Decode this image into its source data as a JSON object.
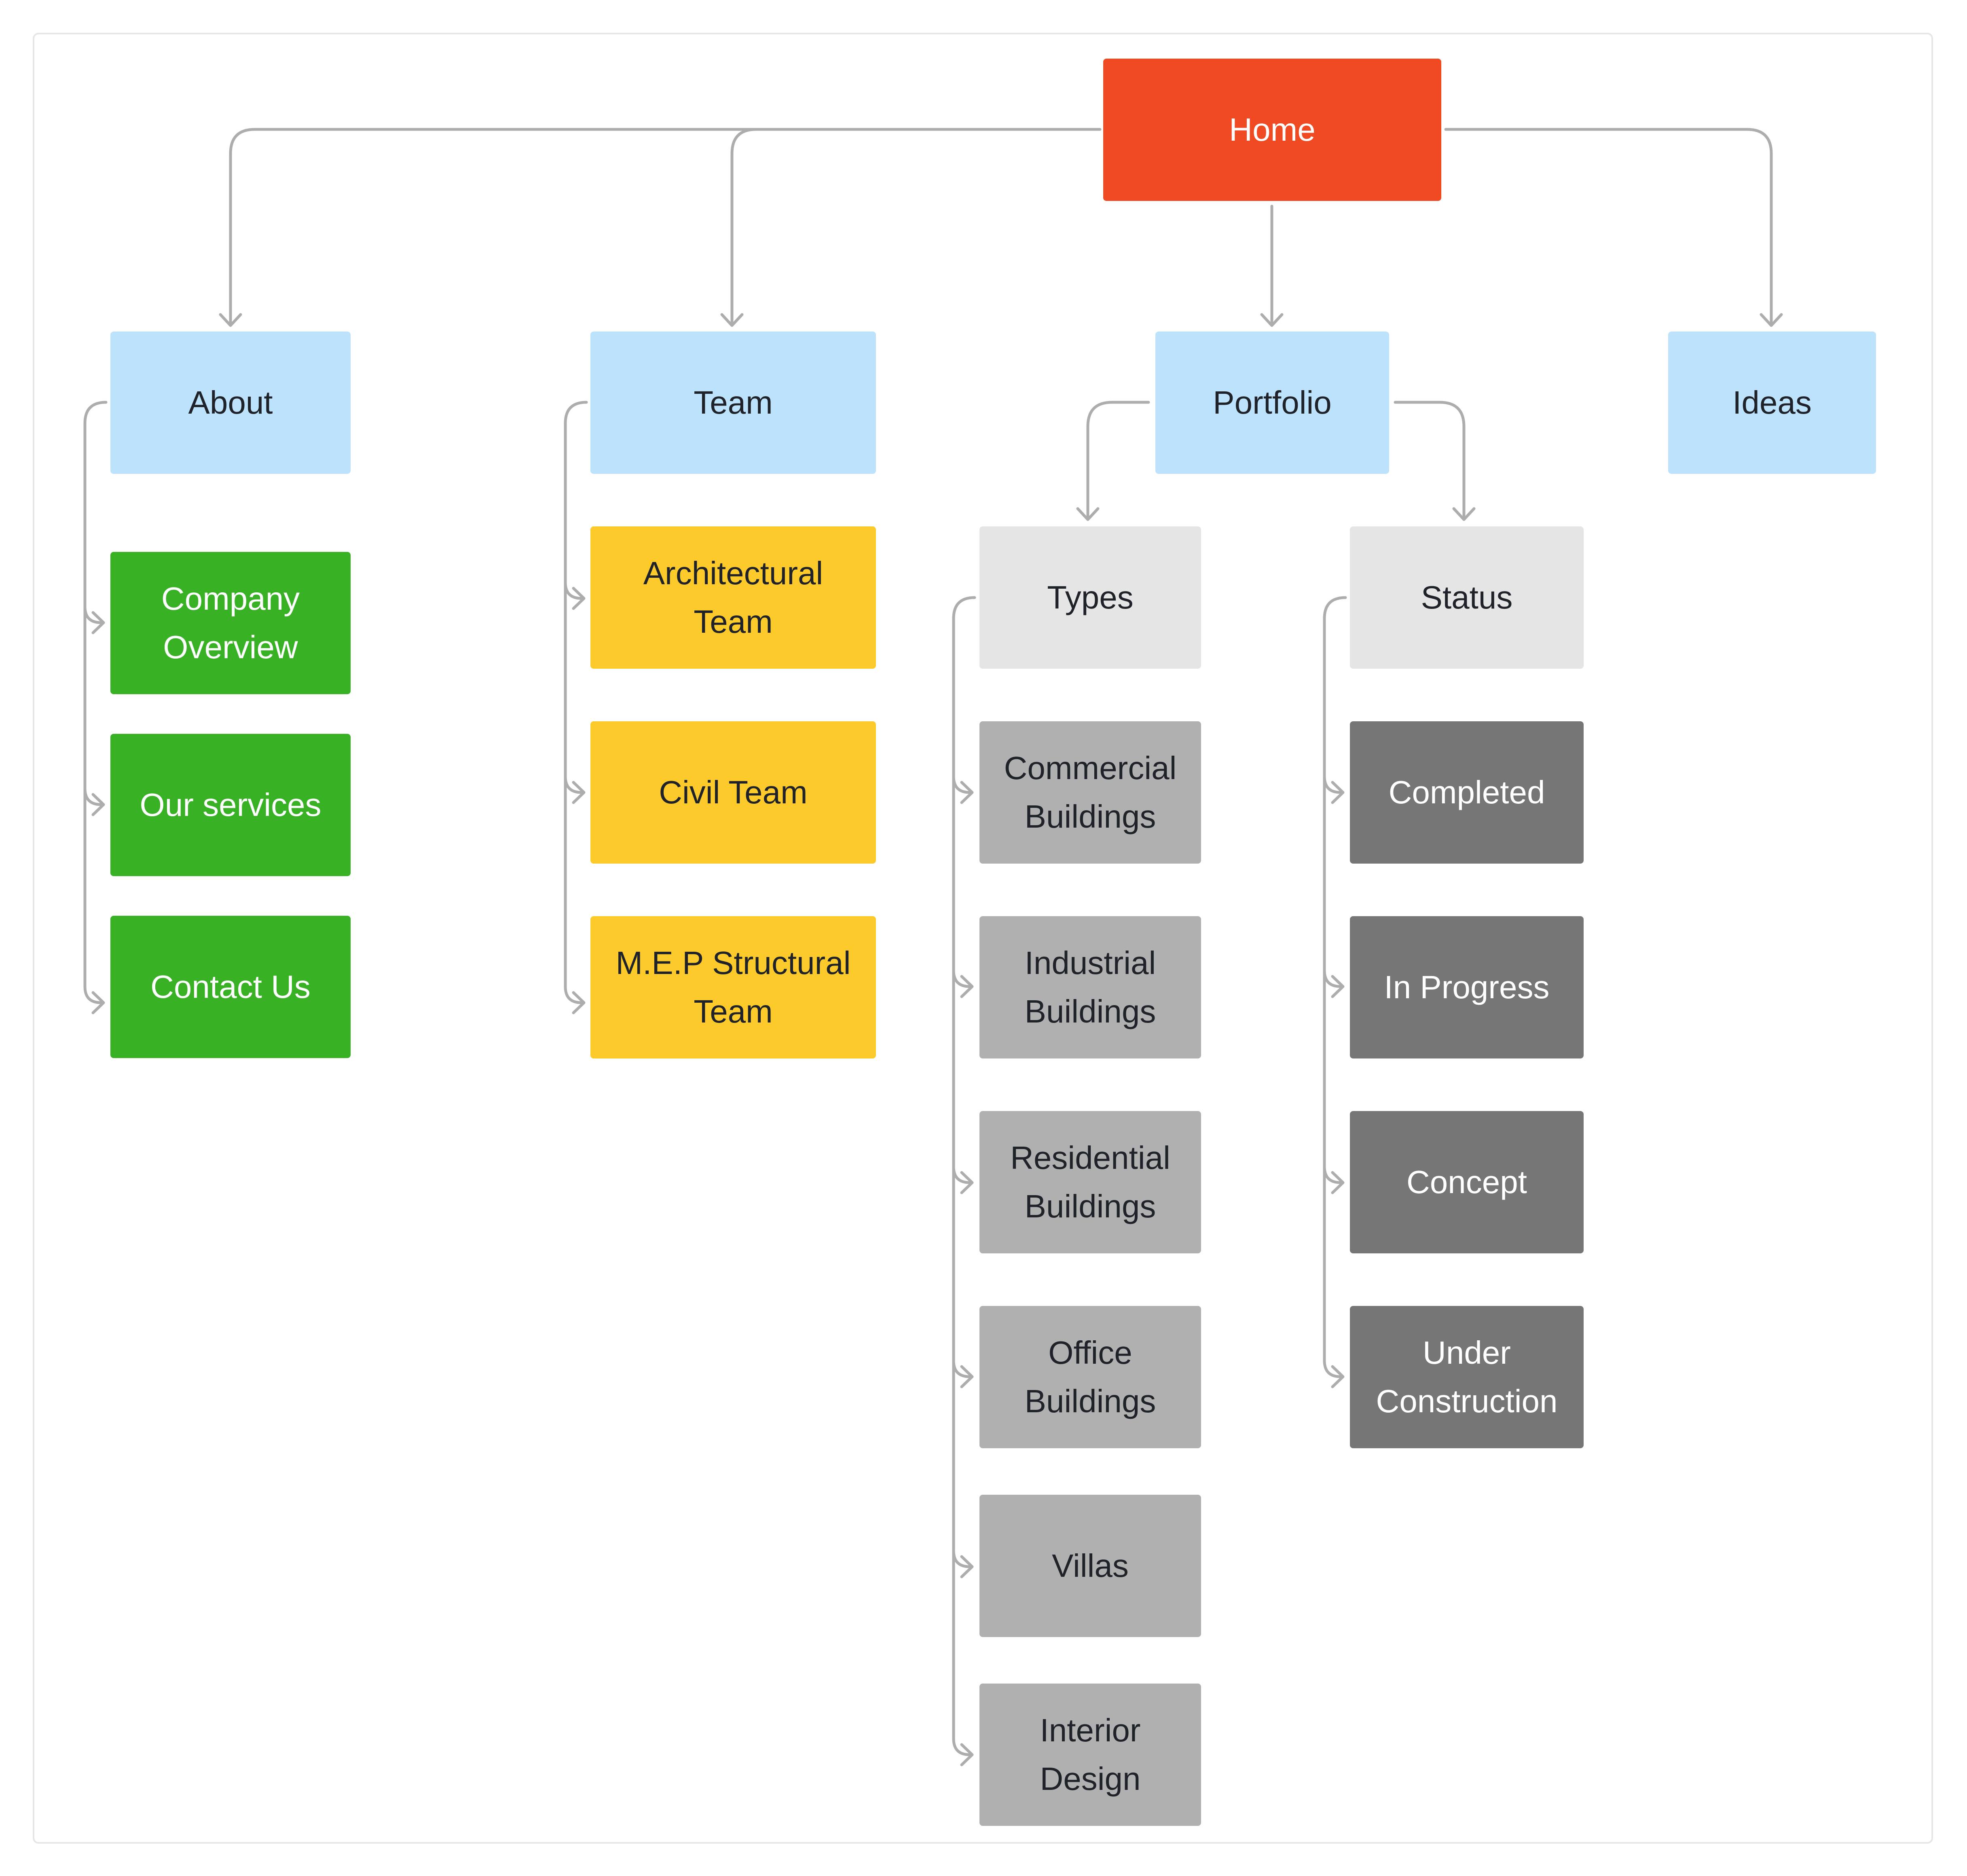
{
  "colors": {
    "home": "#f04a22",
    "section": "#bde3fc",
    "about_child": "#38b125",
    "team_child": "#fccb2b",
    "category": "#e5e5e5",
    "type_child": "#b0b0b0",
    "status_child": "#767676",
    "connector": "#adadad"
  },
  "nodes": {
    "home": "Home",
    "about": "About",
    "team": "Team",
    "portfolio": "Portfolio",
    "ideas": "Ideas",
    "company_overview": "Company Overview",
    "our_services": "Our services",
    "contact_us": "Contact Us",
    "architectural_team": "Architectural Team",
    "civil_team": "Civil Team",
    "mep_team": "M.E.P Structural Team",
    "types": "Types",
    "status": "Status",
    "commercial": "Commercial Buildings",
    "industrial": "Industrial Buildings",
    "residential": "Residential Buildings",
    "office": "Office Buildings",
    "villas": "Villas",
    "interior": "Interior Design",
    "completed": "Completed",
    "in_progress": "In Progress",
    "concept": "Concept",
    "under_construction": "Under Construction"
  }
}
